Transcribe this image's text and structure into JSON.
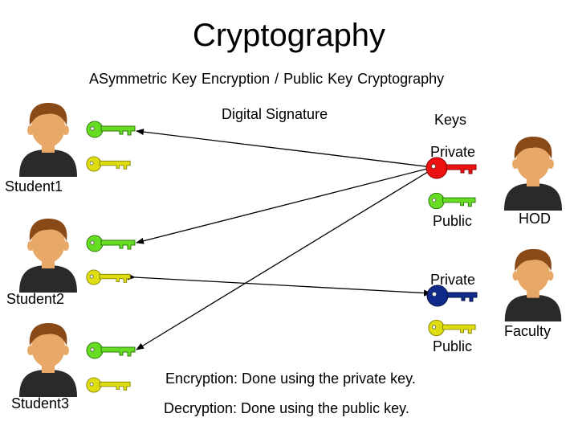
{
  "title": "Cryptography",
  "subtitle": "ASymmetric Key Encryption /   Public Key Cryptography",
  "digital_signature_label": "Digital Signature",
  "keys_label": "Keys",
  "people": {
    "student1": "Student1",
    "student2": "Student2",
    "student3": "Student3",
    "hod": "HOD",
    "faculty": "Faculty"
  },
  "key_labels": {
    "hod_private": "Private",
    "hod_public": "Public",
    "faculty_private": "Private",
    "faculty_public": "Public"
  },
  "notes": {
    "encryption": "Encryption: Done using the private key.",
    "decryption": "Decryption: Done using the public key."
  },
  "colors": {
    "green_key": "#66dd22",
    "yellow_key": "#dddd11",
    "red_key": "#ee1111",
    "blue_key": "#102a8c",
    "skin": "#e8a868",
    "hair": "#8a4a18",
    "shirt": "#2a2a2a"
  }
}
